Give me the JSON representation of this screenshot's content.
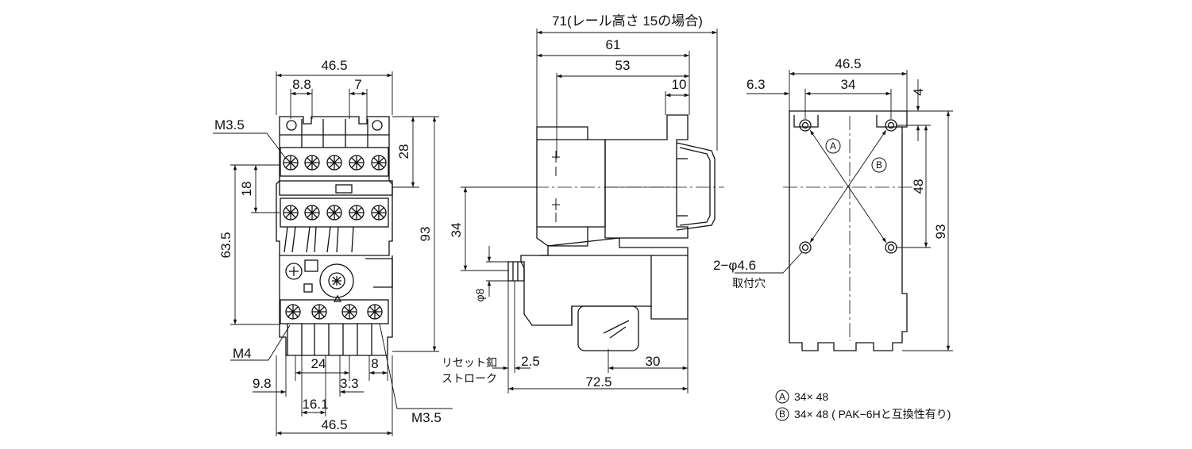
{
  "front_view": {
    "width_top": "46.5",
    "pitch_left": "8.8",
    "pitch_right": "7",
    "screw_top": "M3.5",
    "height_upper": "28",
    "height_18": "18",
    "height_63_5": "63.5",
    "height_total": "93",
    "screw_m4": "M4",
    "dim_24": "24",
    "dim_8": "8",
    "dim_9_8": "9.8",
    "dim_3_3": "3.3",
    "dim_16_1": "16.1",
    "screw_bottom": "M3.5",
    "width_bottom": "46.5"
  },
  "side_view": {
    "depth_rail": "71(レール高さ 15の場合)",
    "depth_61": "61",
    "depth_53": "53",
    "depth_10": "10",
    "height_34": "34",
    "dia_8": "φ8",
    "reset_label_1": "リセット釦",
    "reset_label_2": "ストローク",
    "stroke": "2.5",
    "dim_30": "30",
    "dim_72_5": "72.5"
  },
  "mount_view": {
    "width": "46.5",
    "offset": "6.3",
    "hole_pitch": "34",
    "top_offset": "4",
    "hole_vertical": "48",
    "height": "93",
    "holes": "2−φ4.6",
    "holes_label": "取付穴",
    "mark_a": "A",
    "mark_b": "B"
  },
  "legend": {
    "a_mark": "A",
    "a_text": "34× 48",
    "b_mark": "B",
    "b_text": "34× 48 ( PAK−6Hと互換性有り)"
  }
}
